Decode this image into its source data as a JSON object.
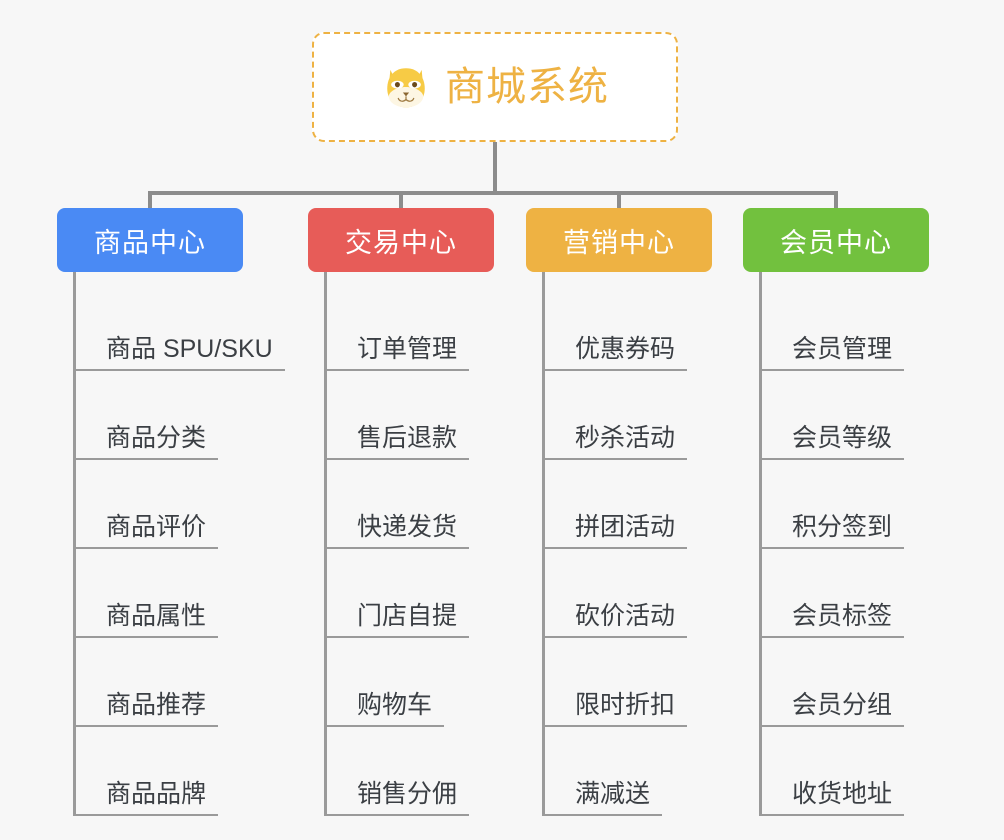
{
  "canvas": {
    "background": "#f7f7f7",
    "connector_color": "#8c8c8c",
    "leaf_line_color": "#9a9a9a",
    "leaf_text_color": "#3b3f44"
  },
  "root": {
    "title": "商城系统",
    "icon": "shiba-dog-face-icon",
    "border_color": "#eeb243",
    "text_color": "#eeb243",
    "background": "#ffffff"
  },
  "columns": [
    {
      "category": "商品中心",
      "color": "#4a8af4",
      "items": [
        "商品 SPU/SKU",
        "商品分类",
        "商品评价",
        "商品属性",
        "商品推荐",
        "商品品牌"
      ]
    },
    {
      "category": "交易中心",
      "color": "#e75c58",
      "items": [
        "订单管理",
        "售后退款",
        "快递发货",
        "门店自提",
        "购物车",
        "销售分佣"
      ]
    },
    {
      "category": "营销中心",
      "color": "#eeb243",
      "items": [
        "优惠券码",
        "秒杀活动",
        "拼团活动",
        "砍价活动",
        "限时折扣",
        "满减送"
      ]
    },
    {
      "category": "会员中心",
      "color": "#72c13e",
      "items": [
        "会员管理",
        "会员等级",
        "积分签到",
        "会员标签",
        "会员分组",
        "收货地址"
      ]
    }
  ]
}
